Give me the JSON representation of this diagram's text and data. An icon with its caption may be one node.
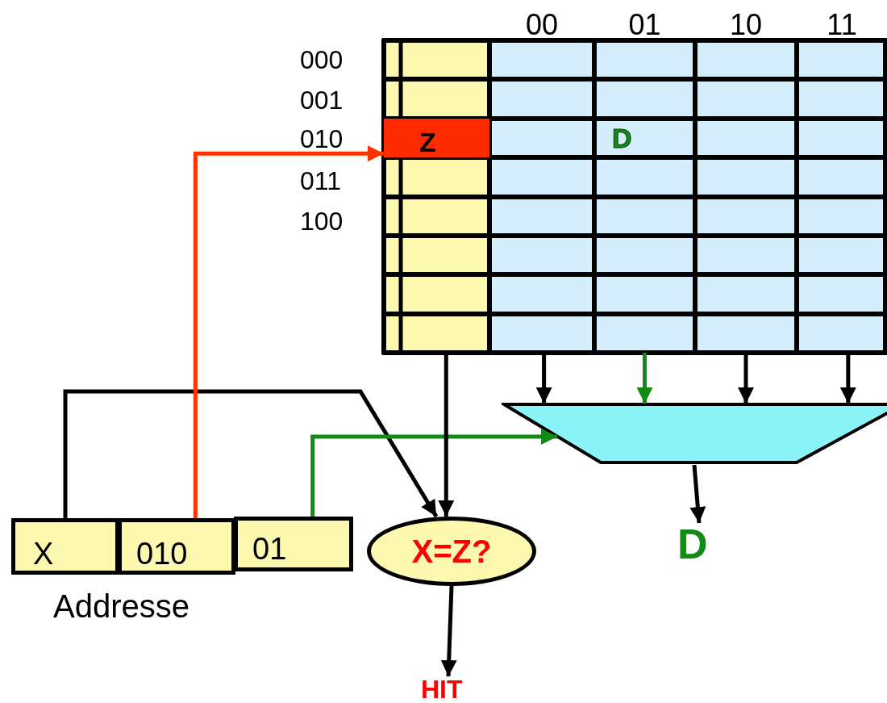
{
  "diagram": {
    "nodes": [
      {
        "text": [
          "X"
        ]
      },
      {
        "text": [
          "010"
        ]
      },
      {
        "text": [
          "01"
        ]
      },
      {
        "text": [],
        "shape": "box"
      },
      {
        "text": [
          "Z"
        ],
        "in": 3
      },
      {
        "text": [],
        "shape": "box",
        "beside": [
          "00"
        ]
      },
      {
        "text": [],
        "shape": "box",
        "beside": [
          "01"
        ]
      },
      {
        "text": [
          "D"
        ],
        "in": 6
      },
      {
        "text": [],
        "shape": "box",
        "beside": [
          "10"
        ]
      },
      {
        "text": [],
        "shape": "box",
        "beside": [
          "11"
        ]
      },
      {
        "text": [],
        "shape": "trapezoid"
      },
      {
        "text": [
          "X=Z?"
        ]
      },
      {
        "text": [
          "D"
        ]
      },
      {
        "text": [
          "HIT"
        ]
      }
    ],
    "edges": [
      {
        "from": 0,
        "to": 11,
        "arrow": "to"
      },
      {
        "from": 1,
        "to": 4,
        "arrow": "to",
        "color": "#ff3300"
      },
      {
        "from": 2,
        "to": 10,
        "arrow": "to",
        "color": "#138a13"
      },
      {
        "from": 3,
        "to": 11,
        "arrow": "to"
      },
      {
        "from": 5,
        "to": 10,
        "arrow": "to"
      },
      {
        "from": 6,
        "to": 10,
        "arrow": "to",
        "color": "#138a13"
      },
      {
        "from": 8,
        "to": 10,
        "arrow": "to"
      },
      {
        "from": 9,
        "to": 10,
        "arrow": "to"
      },
      {
        "from": 10,
        "to": 12,
        "arrow": "to"
      },
      {
        "from": 11,
        "to": 13,
        "arrow": "to"
      }
    ],
    "labels": [
      "000",
      "001",
      "010",
      "011",
      "100",
      "Addresse"
    ]
  }
}
